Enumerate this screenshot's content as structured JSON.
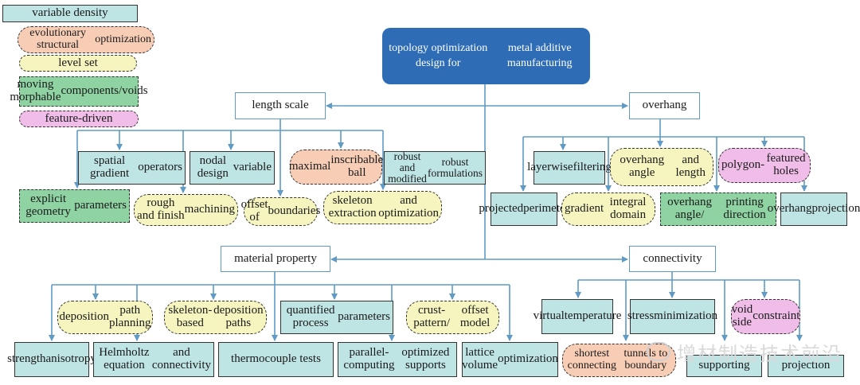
{
  "legend": {
    "variable_density": "variable density",
    "eso": [
      "evolutionary structural",
      "optimization"
    ],
    "level_set": "level set",
    "mmc": [
      "moving morphable",
      "components/voids"
    ],
    "feature_driven": "feature-driven"
  },
  "root": [
    "topology optimization design for",
    "metal additive manufacturing"
  ],
  "categories": {
    "length_scale": "length scale",
    "overhang": "overhang",
    "material_property": "material property",
    "connectivity": "connectivity"
  },
  "length_scale_items": {
    "spatial_gradient": [
      "spatial gradient",
      "operators"
    ],
    "nodal_design": [
      "nodal design",
      "variable"
    ],
    "maximal_ball": [
      "maximal",
      "inscribable ball"
    ],
    "robust": [
      "robust and modified",
      "robust formulations"
    ],
    "explicit_geometry": [
      "explicit geometry",
      "parameters"
    ],
    "rough_finish": [
      "rough and finish",
      "machining"
    ],
    "offset_boundaries": [
      "offset of",
      "boundaries"
    ],
    "skeleton_extraction": [
      "skeleton extraction",
      "and optimization"
    ]
  },
  "overhang_items": {
    "layerwise": [
      "layerwise",
      "filtering"
    ],
    "angle_length": [
      "overhang angle",
      "and length"
    ],
    "polygon_holes": [
      "polygon-",
      "featured holes"
    ],
    "projected_perimeter": [
      "projected",
      "perimeter"
    ],
    "gradient_integral": [
      "gradient",
      "integral domain"
    ],
    "angle_direction": [
      "overhang angle/",
      "printing direction"
    ],
    "overhang_projection": [
      "overhang",
      "projection"
    ]
  },
  "material_items": {
    "deposition_path": [
      "deposition",
      "path planning"
    ],
    "skeleton_based": [
      "skeleton-based",
      "deposition paths"
    ],
    "quantified_process": [
      "quantified process",
      "parameters"
    ],
    "crust_pattern": [
      "crust-pattern/",
      "offset model"
    ],
    "strength_anisotropy": [
      "strength",
      "anisotropy"
    ],
    "helmholtz": [
      "Helmholtz equation",
      "and connectivity"
    ],
    "thermocouple": "thermocouple tests",
    "parallel_computing": [
      "parallel-computing",
      "optimized supports"
    ],
    "lattice_volume": [
      "lattice volume",
      "optimization"
    ]
  },
  "connectivity_items": {
    "virtual_temperature": [
      "virtual",
      "temperature"
    ],
    "stress_minimization": [
      "stress",
      "minimization"
    ],
    "void_side": [
      "void side",
      "constraint"
    ],
    "shortest_tunnels": [
      "shortest connecting",
      "tunnels to boundary"
    ],
    "supporting": "supporting",
    "projection": "projection"
  },
  "watermark": "增材制造技术前沿",
  "colors": {
    "line": "#5f9bc4",
    "root_fill": "#2e6db5",
    "variable_density": "#bfe4e4",
    "eso": "#f7cdb6",
    "level_set": "#f6f5bf",
    "mmc": "#8fd3a3",
    "feature_driven": "#f0bde8"
  }
}
